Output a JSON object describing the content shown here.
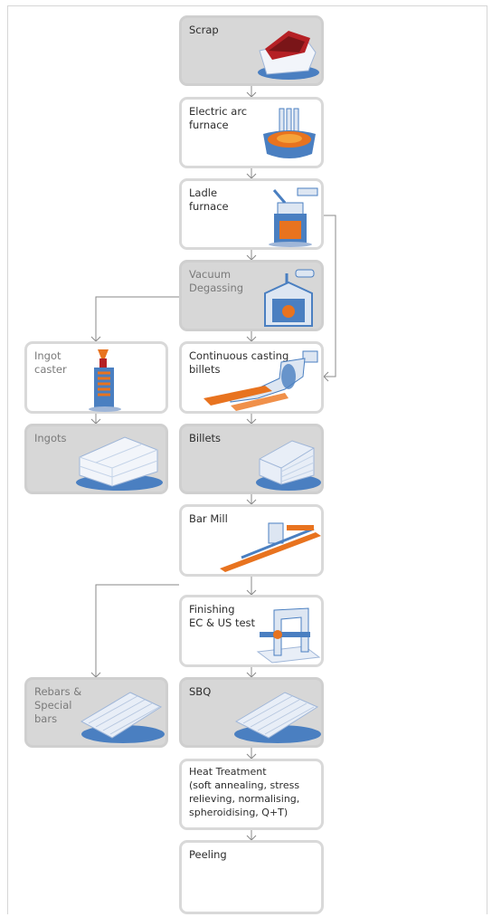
{
  "steps": {
    "scrap": "Scrap",
    "eaf": "Electric arc\nfurnace",
    "ladle": "Ladle\nfurnace",
    "vacuum": "Vacuum\nDegassing",
    "casting": "Continuous casting\nbillets",
    "billets": "Billets",
    "bar_mill": "Bar Mill",
    "finishing": "Finishing\nEC & US test",
    "sbq": "SBQ",
    "heat": "Heat Treatment\n(soft annealing, stress\nrelieving, normalising,\nspheroidising, Q+T)",
    "peeling": "Peeling",
    "ingot_caster": "Ingot\ncaster",
    "ingots": "Ingots",
    "rebars": "Rebars &\nSpecial\nbars"
  },
  "icons": {
    "scrap": "scrap-bin-icon",
    "eaf": "electric-arc-furnace-icon",
    "ladle": "ladle-furnace-icon",
    "vacuum": "vacuum-degassing-icon",
    "casting": "continuous-caster-icon",
    "billets": "billet-stack-icon",
    "bar_mill": "bar-mill-icon",
    "finishing": "test-gate-icon",
    "sbq": "bar-bundle-icon",
    "ingot_caster": "ingot-caster-icon",
    "ingots": "ingot-stack-icon",
    "rebars": "rebar-bundle-icon"
  },
  "colors": {
    "box_border": "#d9d9d9",
    "grey_fill": "#d7d7d7",
    "line": "#8a8a8a",
    "blue": "#4a7fc1",
    "orange": "#e8731f",
    "red": "#b52025"
  }
}
